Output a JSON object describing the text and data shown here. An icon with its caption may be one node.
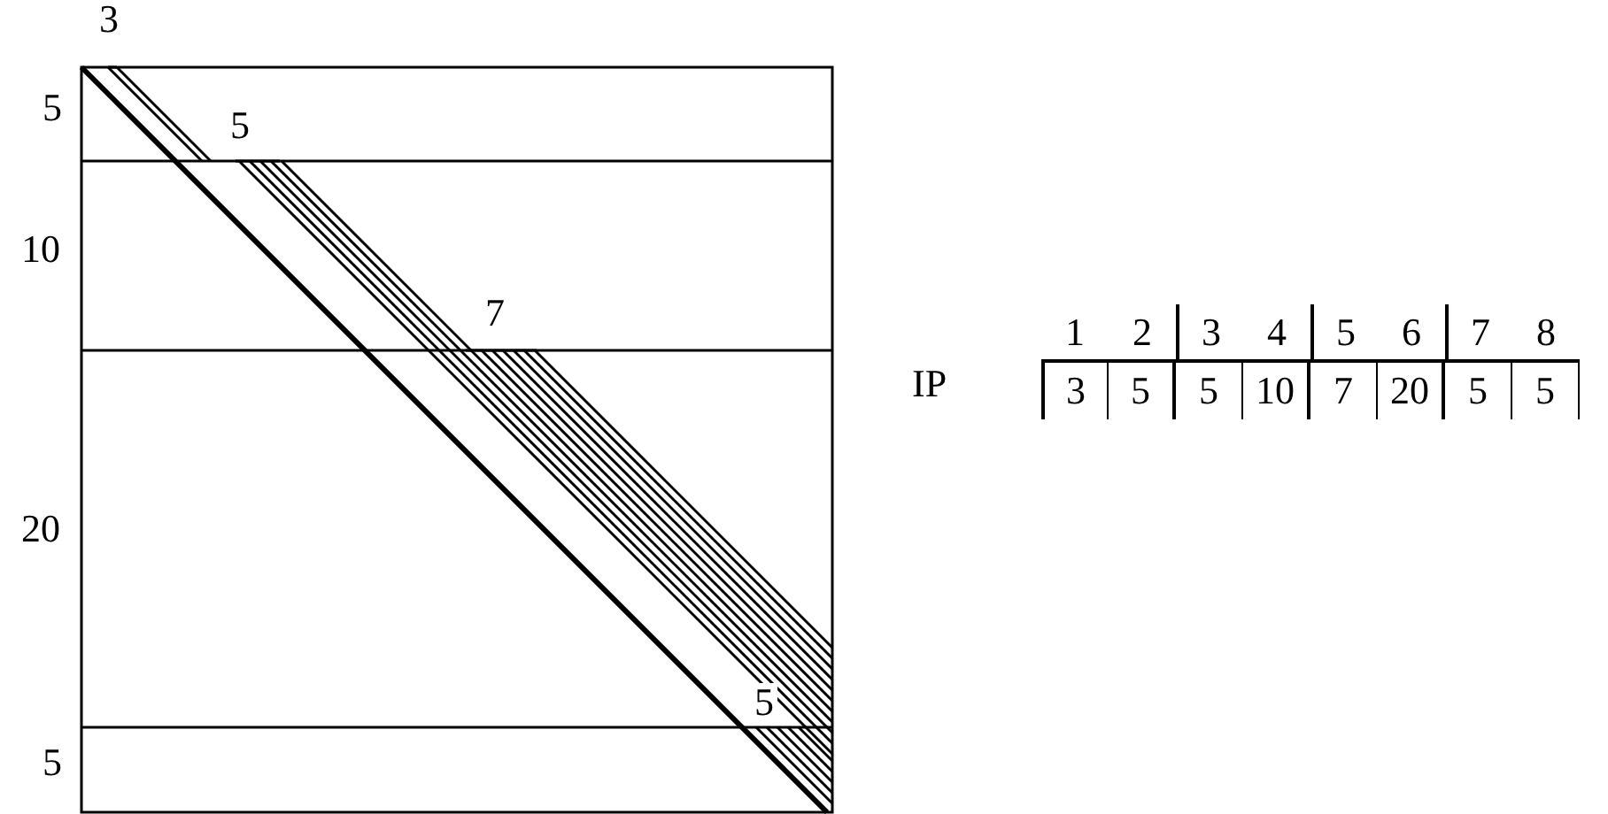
{
  "diagram": {
    "labels": [
      "3",
      "5",
      "5",
      "10",
      "7",
      "20",
      "5",
      "5",
      "1",
      "2",
      "3",
      "4",
      "5",
      "6",
      "7",
      "8",
      "IP",
      "3",
      "5",
      "5",
      "10",
      "7",
      "20",
      "5",
      "5"
    ]
  }
}
